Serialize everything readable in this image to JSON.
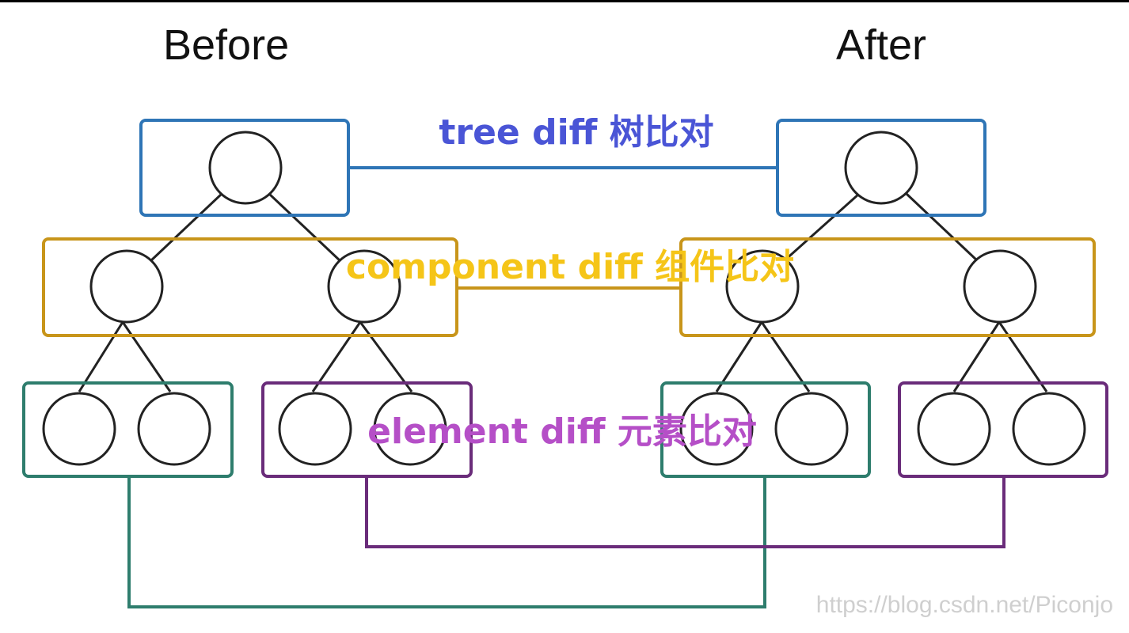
{
  "headings": {
    "before": "Before",
    "after": "After"
  },
  "labels": {
    "tree": "tree diff 树比对",
    "component": "component diff 组件比对",
    "element": "element diff 元素比对"
  },
  "colors": {
    "tree": "#2e75b6",
    "component": "#c8951a",
    "element_a": "#2e7d6d",
    "element_b": "#6a2c7a",
    "tree_label": "#4a55d6",
    "component_label": "#f5c518",
    "element_label": "#b54fc7"
  },
  "watermark": "https://blog.csdn.net/Piconjo"
}
